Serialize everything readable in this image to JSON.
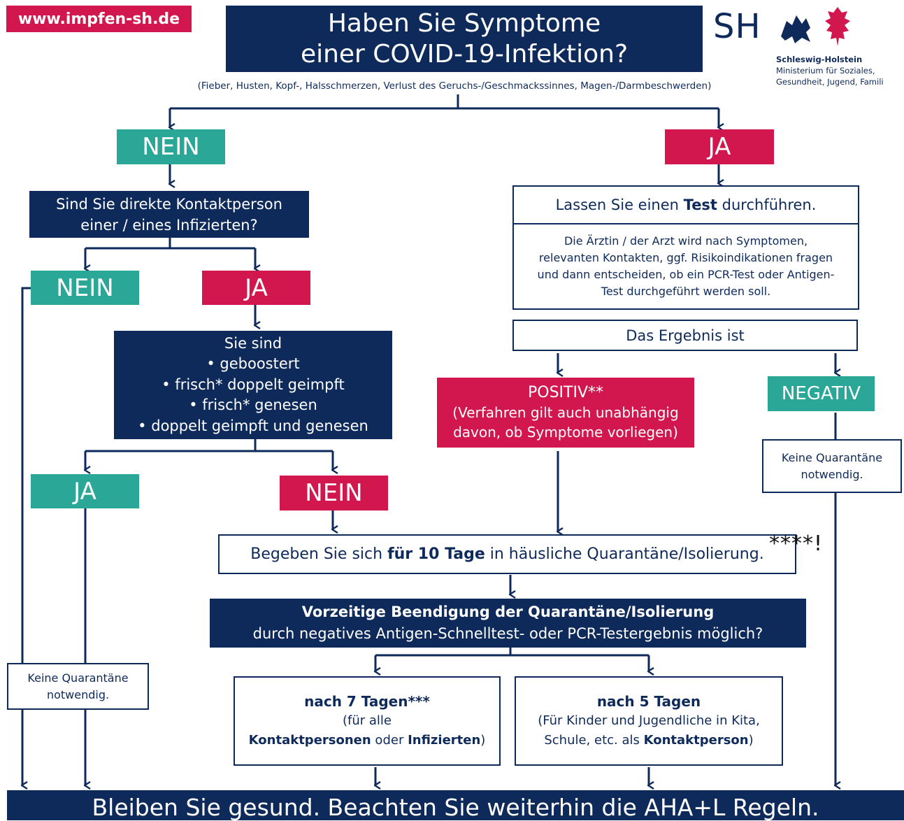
{
  "url": "www.impfen-sh.de",
  "title": {
    "line1": "Haben Sie Symptome",
    "line2": "einer COVID-19-Infektion?"
  },
  "symptoms_note": "(Fieber, Husten, Kopf-, Halsschmerzen, Verlust des Geruchs-/Geschmackssinnes, Magen-/Darmbeschwerden)",
  "logo": {
    "mark": "SH",
    "name": "Schleswig-Holstein",
    "line1": "Ministerium für Soziales,",
    "line2": "Gesundheit, Jugend, Famili"
  },
  "colors": {
    "navy": "#0e2a5b",
    "teal": "#2aa796",
    "red": "#d2174e"
  },
  "left": {
    "nein1": "NEIN",
    "contact_q": {
      "line1": "Sind Sie direkte Kontaktperson",
      "line2": "einer / eines Infizierten?"
    },
    "nein2": "NEIN",
    "ja2": "JA",
    "status": {
      "title": "Sie sind",
      "items": [
        "• geboostert",
        "• frisch* doppelt geimpft",
        "• frisch* genesen",
        "• doppelt geimpft und genesen"
      ]
    },
    "ja3": "JA",
    "nein3": "NEIN",
    "no_quarantine": {
      "line1": "Keine Quarantäne",
      "line2": "notwendig."
    }
  },
  "right": {
    "ja1": "JA",
    "test": {
      "pre": "Lassen Sie einen ",
      "bold": "Test",
      "post": " durchführen."
    },
    "doctor_note": "Die Ärztin / der Arzt wird nach Symptomen, relevanten Kontakten, ggf. Risikoindikationen fragen und dann entscheiden, ob ein PCR-Test oder Antigen-Test durchgeführt werden soll.",
    "result": "Das Ergebnis ist",
    "positiv": {
      "title": "POSITIV**",
      "line1": "(Verfahren gilt auch unabhängig",
      "line2": "davon, ob Symptome vorliegen)"
    },
    "negativ": "NEGATIV",
    "no_quarantine": {
      "line1": "Keine Quarantäne",
      "line2": "notwendig."
    }
  },
  "quarantine": {
    "pre": "Begeben Sie sich ",
    "bold": "für 10 Tage",
    "post": " in häusliche Quarantäne/Isolierung.",
    "mark": "****!"
  },
  "early_end": {
    "line1": "Vorzeitige Beendigung der Quarantäne/Isolierung",
    "line2": "durch negatives Antigen-Schnelltest- oder PCR-Testergebnis möglich?"
  },
  "option7": {
    "title": "nach 7 Tagen***",
    "line2": "(für alle",
    "line3_b1": "Kontaktpersonen",
    "line3_mid": " oder ",
    "line3_b2": "Infizierten",
    "line3_end": ")"
  },
  "option5": {
    "title": "nach 5 Tagen",
    "line2": "(Für Kinder und Jugendliche in Kita,",
    "line3_pre": "Schule, etc. als ",
    "line3_b": "Kontaktperson",
    "line3_end": ")"
  },
  "footer": "Bleiben Sie gesund. Beachten Sie weiterhin die AHA+L Regeln."
}
